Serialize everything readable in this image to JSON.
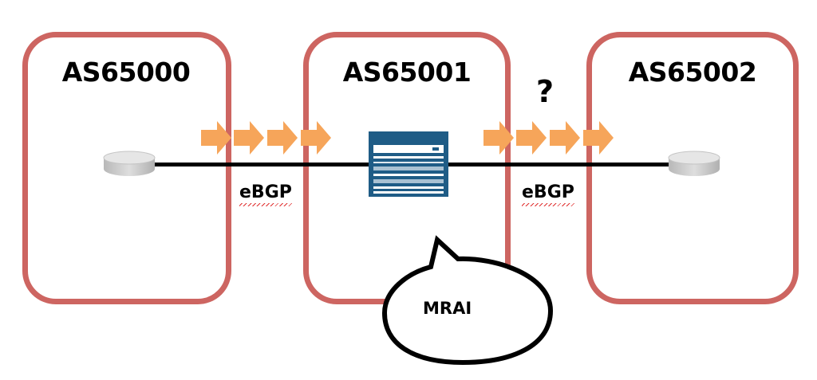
{
  "diagram": {
    "autonomous_systems": [
      {
        "id": "as1",
        "label": "AS65000"
      },
      {
        "id": "as2",
        "label": "AS65001"
      },
      {
        "id": "as3",
        "label": "AS65002"
      }
    ],
    "links": [
      {
        "label": "eBGP",
        "from": "AS65000",
        "to": "AS65001"
      },
      {
        "label": "eBGP",
        "from": "AS65001",
        "to": "AS65002"
      }
    ],
    "question_mark": "?",
    "callout": {
      "label": "MRAI"
    },
    "devices": [
      {
        "icon": "router-icon",
        "in": "AS65000"
      },
      {
        "icon": "switch-device-icon",
        "in": "AS65001"
      },
      {
        "icon": "router-icon",
        "in": "AS65002"
      }
    ],
    "colors": {
      "box_border": "#CD6561",
      "arrow": "#F6A55A",
      "line": "#000000",
      "device_blue": "#1F5C86"
    },
    "arrow_groups": [
      {
        "count": 4,
        "direction": "right",
        "between": "AS65000-AS65001"
      },
      {
        "count": 4,
        "direction": "right",
        "between": "AS65001-AS65002"
      }
    ]
  }
}
